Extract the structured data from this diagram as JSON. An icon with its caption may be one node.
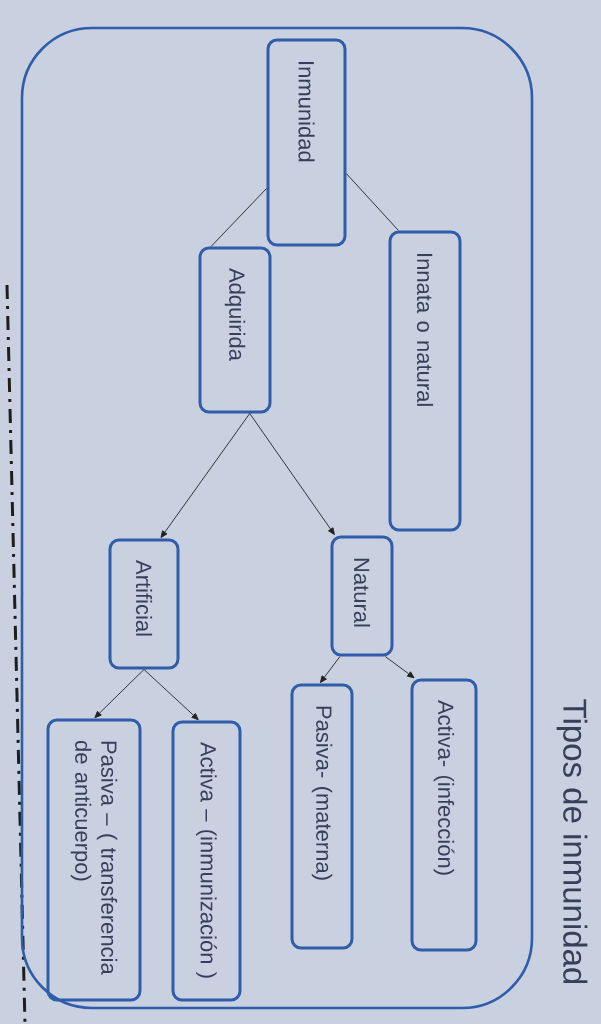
{
  "diagram": {
    "nodes": [
      {
        "text": [
          "Tipos de inmunidad"
        ]
      },
      {
        "text": [
          "Inmunidad"
        ],
        "in": 0
      },
      {
        "text": [
          "Innata o natural"
        ],
        "in": 0
      },
      {
        "text": [
          "Adquirida"
        ],
        "in": 0
      },
      {
        "text": [
          "Natural"
        ],
        "in": 0
      },
      {
        "text": [
          "Artificial"
        ],
        "in": 0
      },
      {
        "text": [
          "Activa- (infección)"
        ],
        "in": 0
      },
      {
        "text": [
          "Pasiva- (materna)"
        ],
        "in": 0
      },
      {
        "text": [
          "Activa – (inmunización )"
        ],
        "in": 0
      },
      {
        "text": [
          "Pasiva – ( transferencia de anticuerpo)"
        ],
        "in": 0
      }
    ],
    "edges": [
      {
        "from": 1,
        "to": 2,
        "arrow": "none"
      },
      {
        "from": 1,
        "to": 3,
        "arrow": "none"
      },
      {
        "from": 3,
        "to": 4,
        "arrow": "to"
      },
      {
        "from": 3,
        "to": 5,
        "arrow": "to"
      },
      {
        "from": 4,
        "to": 6,
        "arrow": "to"
      },
      {
        "from": 4,
        "to": 7,
        "arrow": "to"
      },
      {
        "from": 5,
        "to": 8,
        "arrow": "to"
      },
      {
        "from": 5,
        "to": 9,
        "arrow": "to"
      }
    ]
  }
}
